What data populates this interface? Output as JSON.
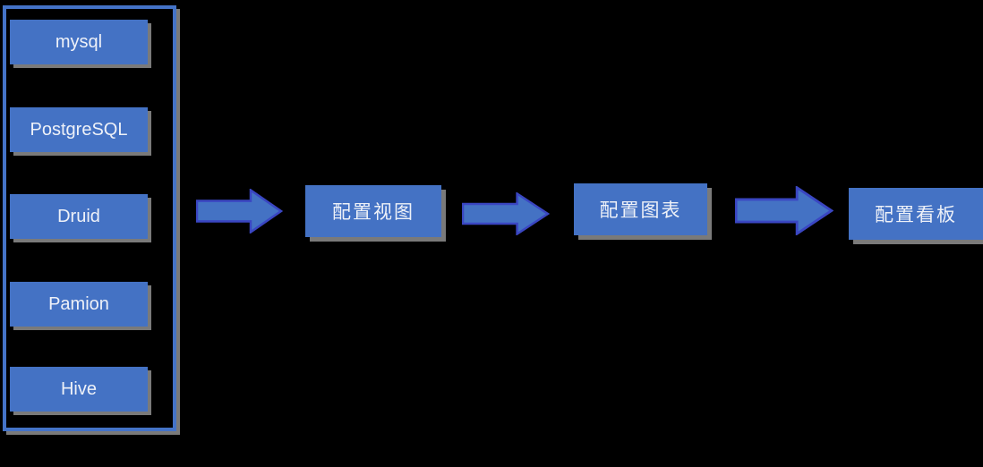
{
  "diagram": {
    "background_color": "#000000",
    "colors": {
      "shape_fill": "#4472c4",
      "shape_text": "#eef1f8",
      "panel_border": "#4473c7",
      "arrow_fill": "#4472c4",
      "arrow_stroke": "#3a46c2",
      "shadow": "#7a7a7a"
    },
    "datasource_panel": {
      "items": [
        {
          "label": "mysql"
        },
        {
          "label": "PostgreSQL"
        },
        {
          "label": "Druid"
        },
        {
          "label": "Pamion"
        },
        {
          "label": "Hive"
        }
      ]
    },
    "flow": {
      "steps": [
        {
          "label": "配置视图"
        },
        {
          "label": "配置图表"
        },
        {
          "label": "配置看板"
        }
      ],
      "connector": "right-arrow"
    }
  }
}
